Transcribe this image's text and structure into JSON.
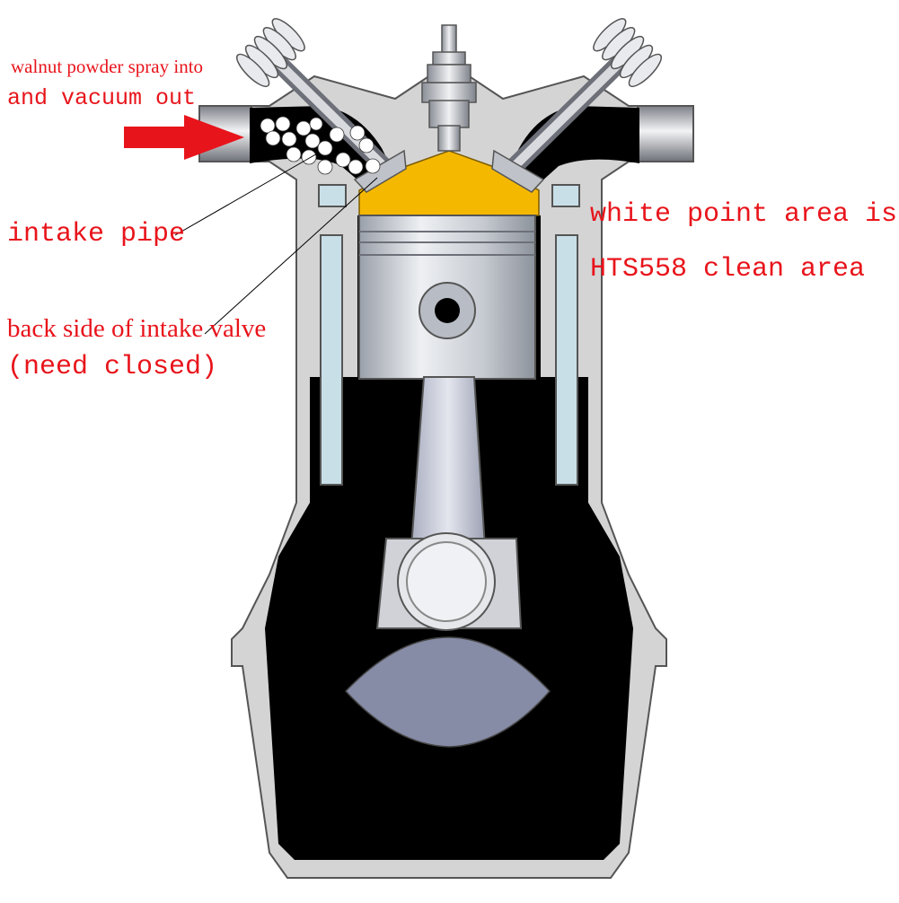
{
  "labels": {
    "walnut_line1": "walnut powder spray into",
    "walnut_line2": "and vacuum out",
    "intake_pipe": "intake pipe",
    "back_side_valve": "back side of intake valve",
    "need_closed": "(need closed)",
    "white_point_line1": "white point area is",
    "white_point_line2": "HTS558 clean area"
  },
  "colors": {
    "annotation_text": "#e8141b",
    "arrow": "#e8141b",
    "chamber_deposit": "#f5b800",
    "engine_body": "#d4d4d4",
    "crankcase_interior": "#000000",
    "coolant_passage": "#c9dfe8"
  },
  "icons": [
    "flow-arrow-icon",
    "spark-plug-icon",
    "intake-valve-icon",
    "exhaust-valve-icon",
    "piston-icon",
    "connecting-rod-icon",
    "crankshaft-icon"
  ]
}
